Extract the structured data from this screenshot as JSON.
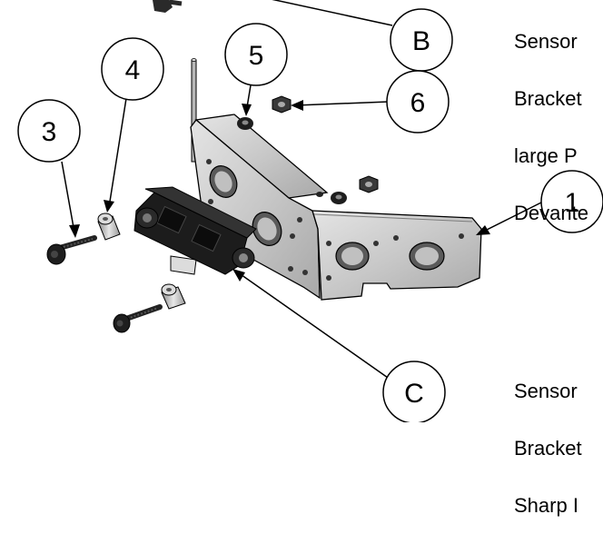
{
  "callouts": {
    "b": "B",
    "five": "5",
    "four": "4",
    "three": "3",
    "six": "6",
    "one": "1",
    "c": "C"
  },
  "notes": {
    "top": [
      "Sensor",
      "Bracket",
      "large P",
      "Devante"
    ],
    "bottom": [
      "Sensor",
      "Bracket",
      "Sharp I"
    ]
  }
}
